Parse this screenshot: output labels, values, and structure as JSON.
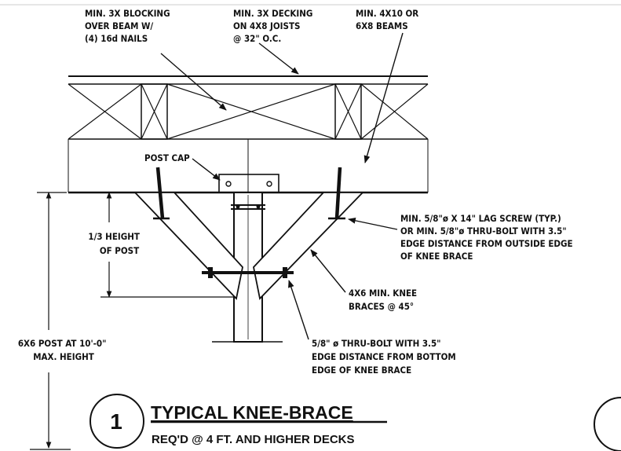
{
  "labels": {
    "blocking": [
      "MIN. 3X BLOCKING",
      "OVER BEAM W/",
      "(4) 16d NAILS"
    ],
    "decking": [
      "MIN. 3X DECKING",
      "ON 4X8 JOISTS",
      "@ 32\" O.C."
    ],
    "beams": [
      "MIN. 4X10 OR",
      "6X8 BEAMS"
    ],
    "post_cap": "POST CAP",
    "lag_screw": [
      "MIN. 5/8\"ø X 14\" LAG SCREW (TYP.)",
      "OR MIN. 5/8\"ø THRU-BOLT WITH 3.5\"",
      "EDGE DISTANCE FROM OUTSIDE EDGE",
      "OF KNEE BRACE"
    ],
    "height": [
      "1/3 HEIGHT",
      "OF POST"
    ],
    "knee_braces": [
      "4X6 MIN. KNEE",
      "BRACES @ 45°"
    ],
    "thru_bolt": [
      "5/8\" ø THRU-BOLT WITH 3.5\"",
      "EDGE DISTANCE FROM BOTTOM",
      "EDGE OF KNEE BRACE"
    ],
    "post": [
      "6X6 POST AT 10'-0\"",
      "MAX. HEIGHT"
    ]
  },
  "detail": {
    "number": "1",
    "title": "TYPICAL KNEE-BRACE",
    "subtitle": "REQ'D @ 4 FT. AND HIGHER DECKS"
  }
}
